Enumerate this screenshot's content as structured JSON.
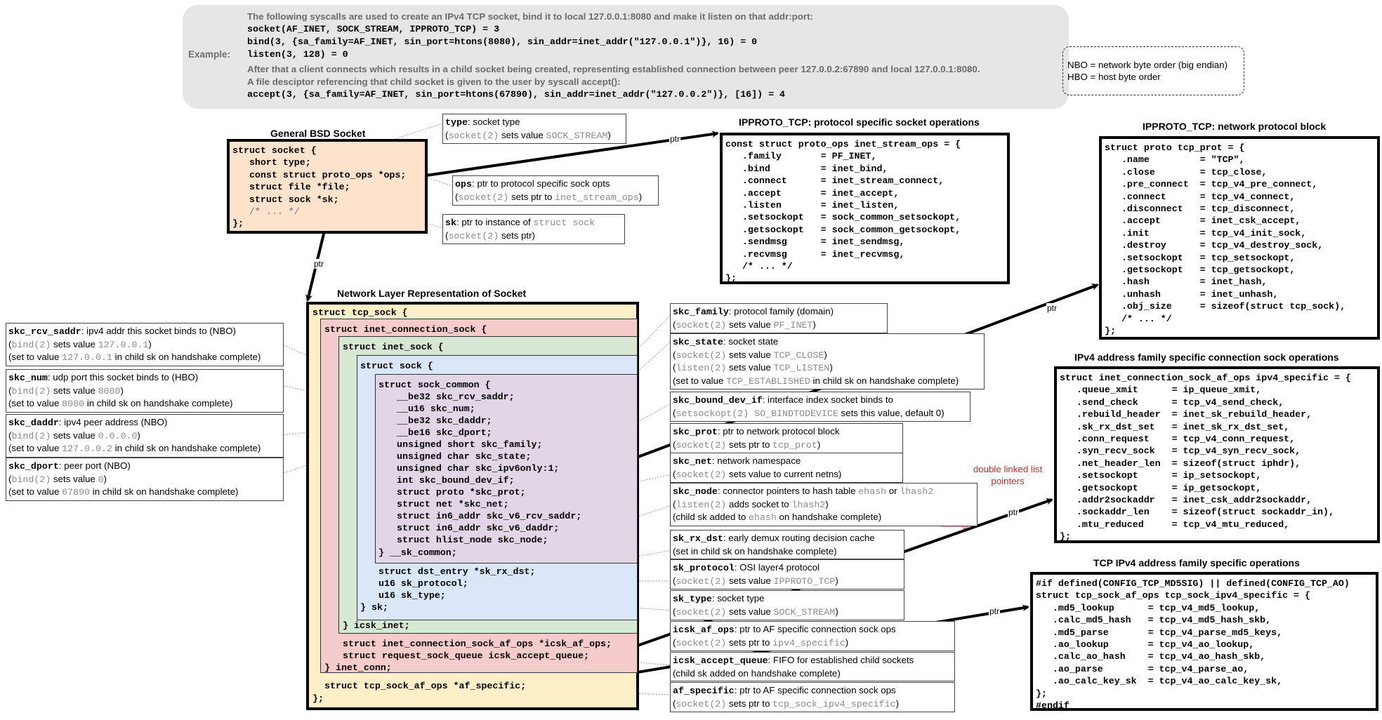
{
  "example": {
    "label": "Example:",
    "intro": "The following syscalls are used to create an IPv4 TCP socket, bind it to local 127.0.0.1:8080 and make it listen on that addr:port:",
    "calls": [
      "socket(AF_INET, SOCK_STREAM, IPPROTO_TCP) = 3",
      "bind(3, {sa_family=AF_INET, sin_port=htons(8080), sin_addr=inet_addr(\"127.0.0.1\")}, 16) = 0",
      "listen(3, 128) = 0"
    ],
    "after1": "After that a client connects which results in a child socket being created, representing established connection between peer 127.0.0.2:67890 and local 127.0.0.1:8080.",
    "after2": "A file desciptor referencing that child socket is given to the user by syscall accept():",
    "accept": "accept(3, {sa_family=AF_INET, sin_port=htons(67890), sin_addr=inet_addr(\"127.0.0.2\")}, [16]) = 4"
  },
  "legend": {
    "nbo": "NBO = network byte order (big endian)",
    "hbo": "HBO = host byte order"
  },
  "bsd_socket": {
    "title": "General BSD Socket",
    "code": "struct socket {\n   short type;\n   const struct proto_ops *ops;\n   struct file *file;\n   struct sock *sk;\n",
    "comment": "   /* ... */",
    "end": "};"
  },
  "proto_ops": {
    "title": "IPPROTO_TCP: protocol specific socket operations",
    "code": "const struct proto_ops inet_stream_ops = {\n   .family       = PF_INET,\n   .bind         = inet_bind,\n   .connect      = inet_stream_connect,\n   .accept       = inet_accept,\n   .listen       = inet_listen,\n   .setsockopt   = sock_common_setsockopt,\n   .getsockopt   = sock_common_getsockopt,\n   .sendmsg      = inet_sendmsg,\n   .recvmsg      = inet_recvmsg,\n   /* ... */\n};"
  },
  "tcp_prot": {
    "title": "IPPROTO_TCP: network protocol block",
    "code": "struct proto tcp_prot = {\n   .name         = \"TCP\",\n   .close        = tcp_close,\n   .pre_connect  = tcp_v4_pre_connect,\n   .connect      = tcp_v4_connect,\n   .disconnect   = tcp_disconnect,\n   .accept       = inet_csk_accept,\n   .init         = tcp_v4_init_sock,\n   .destroy      = tcp_v4_destroy_sock,\n   .setsockopt   = tcp_setsockopt,\n   .getsockopt   = tcp_getsockopt,\n   .hash         = inet_hash,\n   .unhash       = inet_unhash,\n   .obj_size     = sizeof(struct tcp_sock),\n   /* ... */\n};"
  },
  "ipv4_specific": {
    "title": "IPv4 address family specific connection sock operations",
    "code": "struct inet_connection_sock_af_ops ipv4_specific = {\n   .queue_xmit      = ip_queue_xmit,\n   .send_check      = tcp_v4_send_check,\n   .rebuild_header  = inet_sk_rebuild_header,\n   .sk_rx_dst_set   = inet_sk_rx_dst_set,\n   .conn_request    = tcp_v4_conn_request,\n   .syn_recv_sock   = tcp_v4_syn_recv_sock,\n   .net_header_len  = sizeof(struct iphdr),\n   .setsockopt      = ip_setsockopt,\n   .getsockopt      = ip_getsockopt,\n   .addr2sockaddr   = inet_csk_addr2sockaddr,\n   .sockaddr_len    = sizeof(struct sockaddr_in),\n   .mtu_reduced     = tcp_v4_mtu_reduced,\n};"
  },
  "tcp_ipv4": {
    "title": "TCP IPv4 address family specific operations",
    "code": "#if defined(CONFIG_TCP_MD5SIG) || defined(CONFIG_TCP_AO)\nstruct tcp_sock_af_ops tcp_sock_ipv4_specific = {\n   .md5_lookup      = tcp_v4_md5_lookup,\n   .calc_md5_hash   = tcp_v4_md5_hash_skb,\n   .md5_parse       = tcp_v4_parse_md5_keys,\n   .ao_lookup       = tcp_v4_ao_lookup,\n   .calc_ao_hash    = tcp_v4_ao_hash_skb,\n   .ao_parse        = tcp_v4_parse_ao,\n   .ao_calc_key_sk  = tcp_v4_ao_calc_key_sk,\n};\n#endif"
  },
  "network_layer": {
    "title": "Network Layer Representation of Socket",
    "tcp_open": "struct tcp_sock {",
    "icsk_open": "struct inet_connection_sock {",
    "inet_open": "struct inet_sock {",
    "sock_open": "struct sock {",
    "common_open": "struct sock_common {",
    "common_fields": [
      "__be32 skc_rcv_saddr;",
      "__u16 skc_num;",
      "__be32 skc_daddr;",
      "__be16 skc_dport;",
      "unsigned short skc_family;",
      "unsigned char skc_state;",
      "unsigned char skc_ipv6only:1;",
      "int skc_bound_dev_if;",
      "struct proto *skc_prot;",
      "struct net *skc_net;",
      "struct in6_addr skc_v6_rcv_saddr;",
      "struct in6_addr skc_v6_daddr;",
      "struct hlist_node skc_node;"
    ],
    "common_close": "} __sk_common;",
    "sock_fields": [
      "struct dst_entry *sk_rx_dst;",
      "u16 sk_protocol;",
      "u16 sk_type;"
    ],
    "sock_close": "} sk;",
    "inet_close": "} icsk_inet;",
    "icsk_fields": [
      "struct inet_connection_sock_af_ops *icsk_af_ops;",
      "struct request_sock_queue icsk_accept_queue;"
    ],
    "icsk_close": "} inet_conn;",
    "tcp_fields": [
      "struct tcp_sock_af_ops *af_specific;"
    ],
    "tcp_close": "};"
  },
  "bsd_annotations": {
    "type": {
      "key": "type",
      "desc": ": socket type",
      "l2a": "(",
      "l2g": "socket(2)",
      "l2b": " sets value ",
      "l2v": "SOCK_STREAM",
      "l2c": ")"
    },
    "ops": {
      "key": "ops",
      "desc": ": ptr to protocol specific sock opts",
      "l2a": "(",
      "l2g": "socket(2)",
      "l2b": " sets ptr to ",
      "l2v": "inet_stream_ops",
      "l2c": ")"
    },
    "sk": {
      "key": "sk",
      "desc": ": ptr to instance of ",
      "descv": "struct sock",
      "l2a": "(",
      "l2g": "socket(2)",
      "l2b": " sets ptr)"
    }
  },
  "left_annotations": [
    {
      "key": "skc_rcv_saddr",
      "desc": ": ipv4 addr this socket binds to (NBO)",
      "g": "bind(2)",
      "mid": " sets value ",
      "v": "127.0.0.1",
      "pre": "(set to value ",
      "cv": "127.0.0.1",
      "post": " in child sk on handshake complete)"
    },
    {
      "key": "skc_num",
      "desc": ": udp port this socket binds to (HBO)",
      "g": "bind(2)",
      "mid": " sets value ",
      "v": "8080",
      "pre": "(set to value ",
      "cv": "8080",
      "post": " in child sk on handshake complete)"
    },
    {
      "key": "skc_daddr",
      "desc": ": ipv4 peer address (NBO)",
      "g": "bind(2)",
      "mid": " sets value ",
      "v": "0.0.0.0",
      "pre": "(set to value ",
      "cv": "127.0.0.2",
      "post": " in child sk on handshake complete)"
    },
    {
      "key": "skc_dport",
      "desc": ": peer port (NBO)",
      "g": "bind(2)",
      "mid": " sets value ",
      "v": "0",
      "pre": "(set to value ",
      "cv": "67890",
      "post": " in child sk on handshake complete)"
    }
  ],
  "right_annotations": {
    "skc_family": {
      "key": "skc_family",
      "desc": ": protocol family (domain)",
      "g": "socket(2)",
      "mid": " sets value ",
      "v": "PF_INET"
    },
    "skc_state": {
      "key": "skc_state",
      "desc": ": socket state",
      "g1": "socket(2)",
      "mid1": " sets value ",
      "v1": "TCP_CLOSE",
      "g2": "listen(2)",
      "mid2": " sets value ",
      "v2": "TCP_LISTEN",
      "pre3": "(set to value ",
      "v3": "TCP_ESTABLISHED",
      "post3": " in child sk on handshake complete)"
    },
    "skc_bound_dev_if": {
      "key": "skc_bound_dev_if",
      "desc": ":  interface index socket binds to",
      "g": "setsockopt(2)  SO_BINDTODEVICE",
      "mid": " sets this value, default 0)"
    },
    "skc_prot": {
      "key": "skc_prot",
      "desc": ": ptr to network protocol block",
      "g": "socket(2)",
      "mid": " sets ptr to ",
      "v": "tcp_prot"
    },
    "skc_net": {
      "key": "skc_net",
      "desc": ": network namespace",
      "g": "socket(2)",
      "mid": " sets value to current netns)"
    },
    "skc_node": {
      "key": "skc_node",
      "desc": ": connector pointers to hash table ",
      "v1": "ehash",
      "or": " or ",
      "v2": "lhash2",
      "g": "listen(2)",
      "mid": " adds socket to ",
      "v3": "lhash2",
      "pre3": "(child sk added to ",
      "v4": "ehash",
      "post3": " on handshake complete)"
    },
    "sk_rx_dst": {
      "key": "sk_rx_dst",
      "desc": ": early demux routing decision cache",
      "l2": "(set in child sk on handshake complete)"
    },
    "sk_protocol": {
      "key": "sk_protocol",
      "desc": ": OSI layer4 protocol",
      "g": "socket(2)",
      "mid": " sets value ",
      "v": "IPPROTO_TCP"
    },
    "sk_type": {
      "key": "sk_type",
      "desc": ": socket type",
      "g": "socket(2)",
      "mid": " sets value ",
      "v": "SOCK_STREAM"
    },
    "icsk_af_ops": {
      "key": "icsk_af_ops",
      "desc": ": ptr to AF specific connection sock ops",
      "g": "socket(2)",
      "mid": " sets ptr to ",
      "v": "ipv4_specific"
    },
    "icsk_accept_queue": {
      "key": "icsk_accept_queue",
      "desc": ": FIFO for established child sockets",
      "l2": "(child sk added on handshake complete)"
    },
    "af_specific": {
      "key": "af_specific",
      "desc": ": ptr to AF specific connection sock ops",
      "g": "socket(2)",
      "mid": " sets ptr to ",
      "v": "tcp_sock_ipv4_specific"
    }
  },
  "notes": {
    "double_linked": "double linked list pointers",
    "ptr_label": "ptr"
  },
  "colors": {
    "bsd_fill": "#fde3cb",
    "tcp_sock_fill": "#fdf0c8",
    "icsk_fill": "#f6cccb",
    "inet_sock_fill": "#d6e7d2",
    "sock_fill": "#d9e7f8",
    "sock_common_fill": "#e2d5e6",
    "example_bg": "#e6e6e6",
    "note_red": "#d6262c"
  }
}
